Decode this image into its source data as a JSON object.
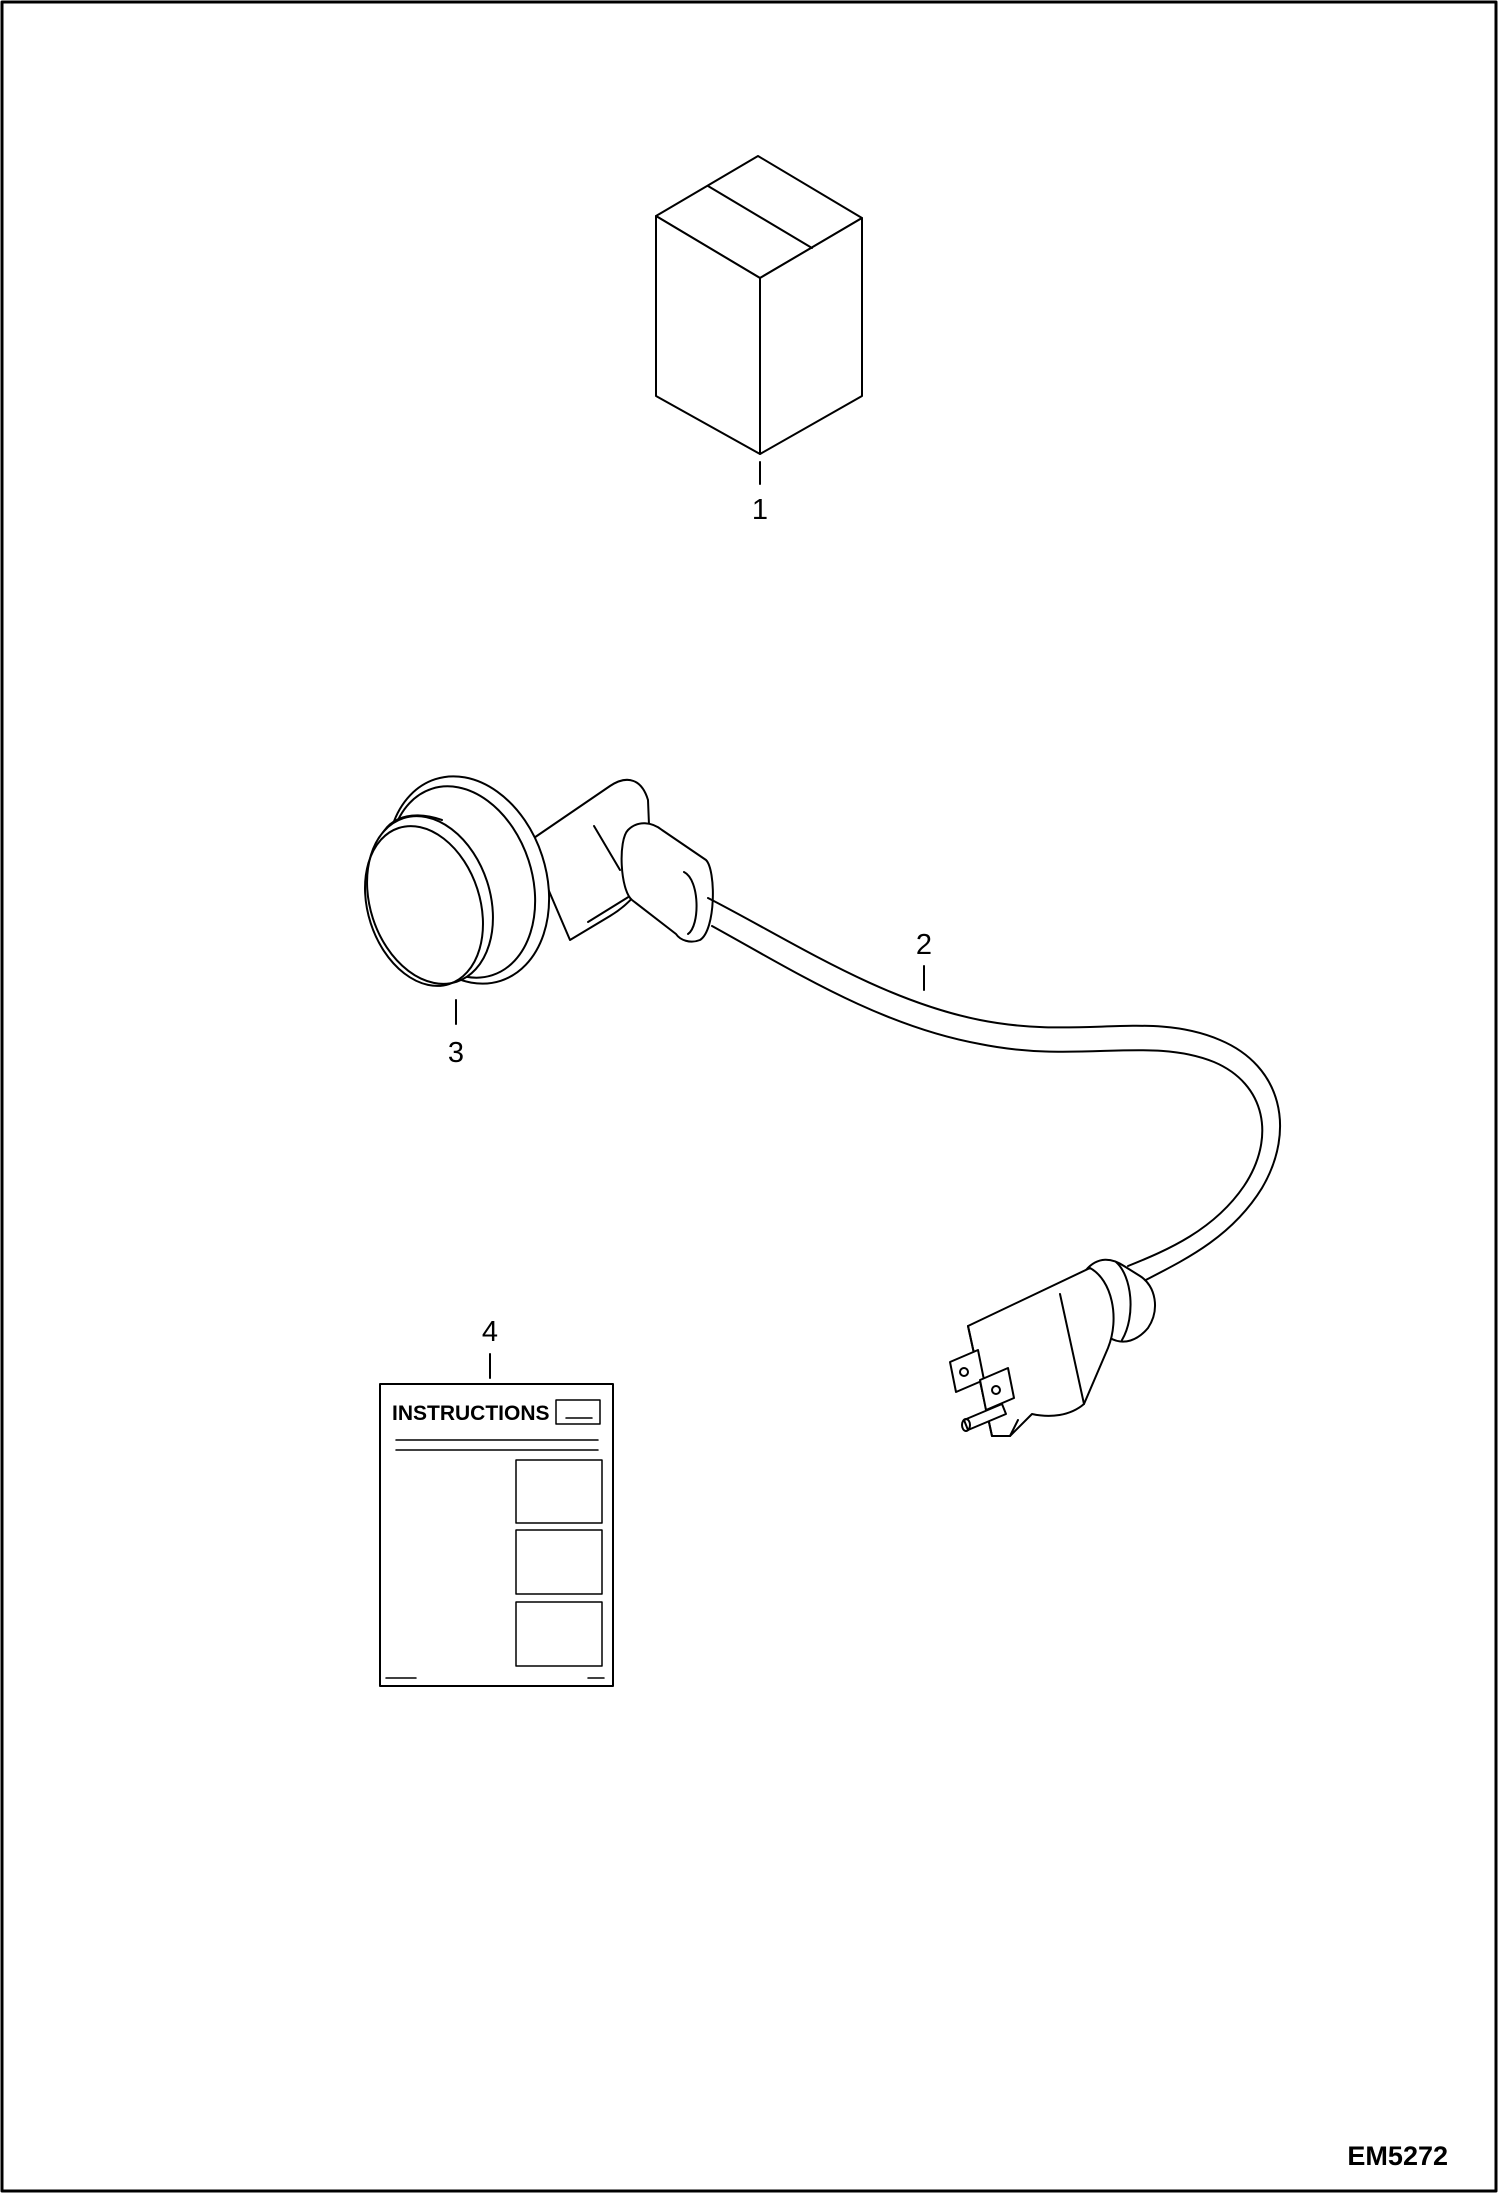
{
  "diagram": {
    "drawing_code": "EM5272",
    "callouts": [
      {
        "number": "1",
        "part": "box"
      },
      {
        "number": "2",
        "part": "cord"
      },
      {
        "number": "3",
        "part": "heater"
      },
      {
        "number": "4",
        "part": "instructions"
      }
    ],
    "instructions_sheet": {
      "title": "INSTRUCTIONS"
    }
  }
}
